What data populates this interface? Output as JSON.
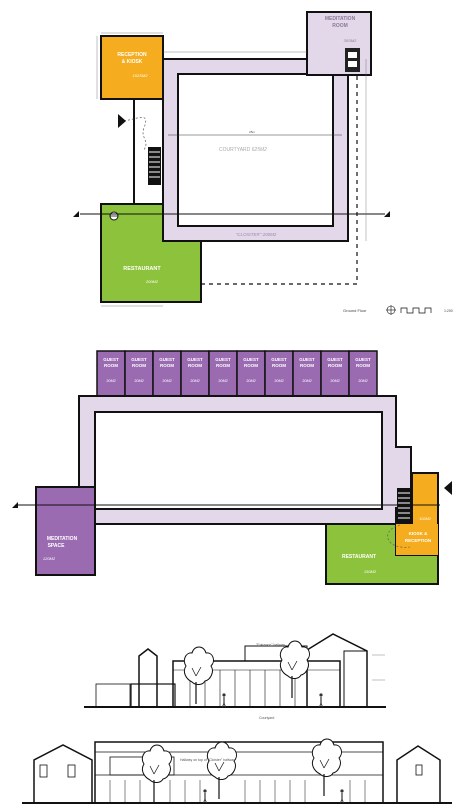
{
  "colors": {
    "orange": "#f5ad1f",
    "green": "#8dc23c",
    "purple": "#9b6bb2",
    "lilac": "#e3d8ea",
    "black": "#111111"
  },
  "plan1": {
    "reception": {
      "label1": "RECEPTION",
      "label2": "& KIOSK",
      "area": "102SM2"
    },
    "meditation": {
      "label1": "MEDITATION",
      "label2": "ROOM",
      "area": "30SM2"
    },
    "courtyard": {
      "label": "COURTYARD",
      "area": "625M2"
    },
    "cloister": {
      "label": "\"CLOISTER\"",
      "area": "200M2"
    },
    "restaurant": {
      "label": "RESTAURANT",
      "area": "200M2"
    },
    "floor_label": "Ground Floor",
    "scale_label": "1:200"
  },
  "plan2": {
    "guest_rooms": [
      {
        "l1": "GUEST",
        "l2": "ROOM",
        "area": "30M2"
      },
      {
        "l1": "GUEST",
        "l2": "ROOM",
        "area": "30M2"
      },
      {
        "l1": "GUEST",
        "l2": "ROOM",
        "area": "30M2"
      },
      {
        "l1": "GUEST",
        "l2": "ROOM",
        "area": "30M2"
      },
      {
        "l1": "GUEST",
        "l2": "ROOM",
        "area": "30M2"
      },
      {
        "l1": "GUEST",
        "l2": "ROOM",
        "area": "30M2"
      },
      {
        "l1": "GUEST",
        "l2": "ROOM",
        "area": "30M2"
      },
      {
        "l1": "GUEST",
        "l2": "ROOM",
        "area": "30M2"
      },
      {
        "l1": "GUEST",
        "l2": "ROOM",
        "area": "30M2"
      },
      {
        "l1": "GUEST",
        "l2": "ROOM",
        "area": "30M2"
      }
    ],
    "meditation": {
      "label1": "MEDITATION",
      "label2": "SPACE",
      "area": "120M2"
    },
    "kiosk": {
      "label1": "KIOSK &",
      "label2": "RECEPTION",
      "area": "102M2"
    },
    "restaurant": {
      "label": "RESTAURANT",
      "area": "150M2"
    }
  },
  "section1": {
    "annotation": "\"Entrance\" hallway",
    "annotation2": "Courtyard"
  },
  "section2": {
    "annotation": "Hallway on top of \"Cloister\" hallway"
  }
}
